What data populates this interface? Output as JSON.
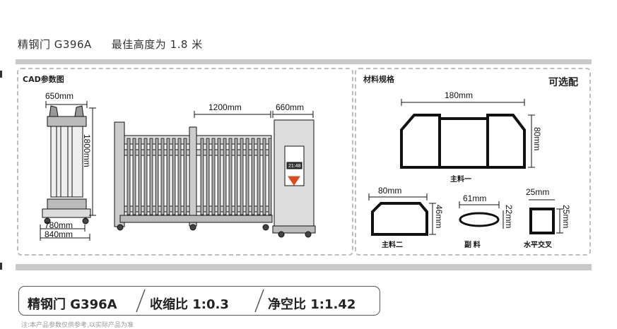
{
  "header": {
    "model": "精钢门 G396A",
    "height_text": "最佳高度为 1.8 米"
  },
  "cad_panel": {
    "title": "CAD参数图",
    "dims": {
      "width_top": "650mm",
      "height": "1800mm",
      "base_inner": "780mm",
      "base_outer": "840mm",
      "gate_span": "1200mm",
      "head_width": "660mm"
    },
    "display": "21:48"
  },
  "material_panel": {
    "title": "材料规格",
    "optional": "可选配",
    "main1": {
      "width": "180mm",
      "height": "80mm",
      "label": "主料一"
    },
    "main2": {
      "width": "80mm",
      "height": "46mm",
      "label": "主料二"
    },
    "sub": {
      "width": "61mm",
      "height": "22mm",
      "label": "副 料"
    },
    "cross": {
      "width": "25mm",
      "height": "25mm",
      "label": "水平交叉"
    }
  },
  "specs": {
    "model": "精钢门 G396A",
    "shrink": "收缩比 1:0.3",
    "clear": "净空比 1:1.42"
  },
  "footer_text": "注:本产品参数仅供参考,以实际产品为准"
}
